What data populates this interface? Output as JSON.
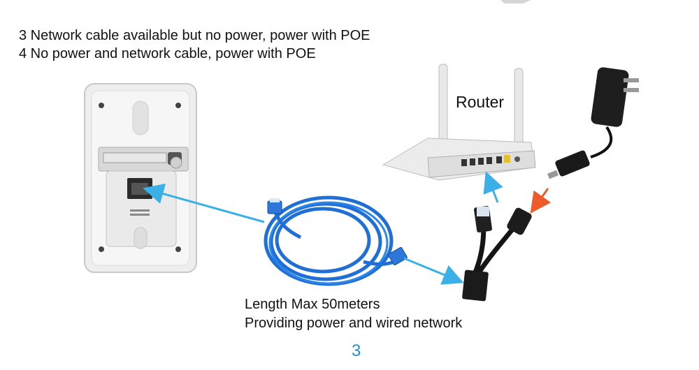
{
  "instructions": {
    "line1": "3  Network cable available but no power,  power with POE",
    "line2": "4  No power and network cable,  power with POE"
  },
  "labels": {
    "router": "Router",
    "cable_length": "Length Max 50meters",
    "cable_purpose": "Providing power and wired network"
  },
  "page_number": "3",
  "colors": {
    "arrow_blue": "#3bb0e6",
    "arrow_orange": "#ee5a2a",
    "cable_blue": "#1f6fd6",
    "page_number": "#2a8fc9"
  }
}
